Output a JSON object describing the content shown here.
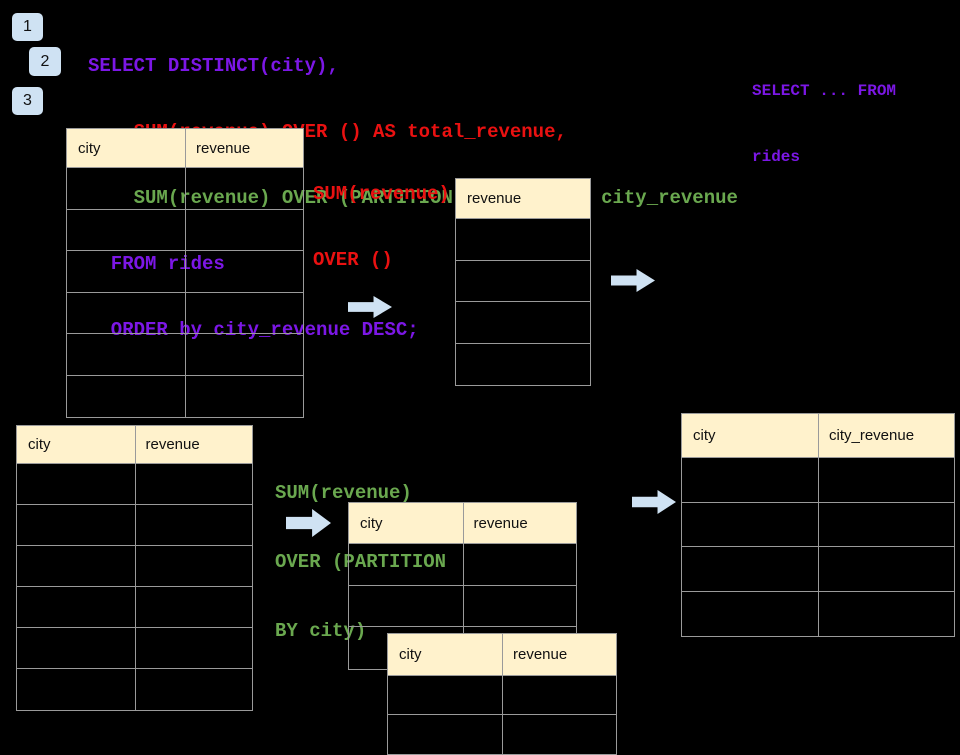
{
  "colors": {
    "bg": "#000000",
    "purple": "#7c17e6",
    "red": "#ea1111",
    "green": "#6aa84f",
    "cream": "#fff2cc",
    "blue": "#cfe2f3",
    "border": "#9a9a9a"
  },
  "badges": [
    {
      "label": "1"
    },
    {
      "label": "2"
    },
    {
      "label": "3"
    }
  ],
  "sql": {
    "lines": [
      {
        "text": "SELECT DISTINCT(city),",
        "color": "purple"
      },
      {
        "text": "    SUM(revenue) OVER () AS total_revenue,",
        "color": "red"
      },
      {
        "text": "    SUM(revenue) OVER (PARTITION BY city) as city_revenue",
        "color": "green"
      },
      {
        "text": "  FROM rides",
        "color": "purple"
      },
      {
        "text": "  ORDER by city_revenue DESC;",
        "color": "purple"
      }
    ]
  },
  "side_snippet": {
    "lines": [
      {
        "text": "SELECT ... FROM",
        "color": "purple"
      },
      {
        "text": "rides",
        "color": "purple"
      }
    ]
  },
  "annotations": {
    "total": {
      "color": "red",
      "lines": [
        "SUM(revenue)",
        "OVER ()"
      ]
    },
    "partition": {
      "color": "green",
      "lines": [
        "SUM(revenue)",
        "OVER (PARTITION",
        "BY city)"
      ]
    }
  },
  "tables": {
    "source_top": {
      "headers": [
        "city",
        "revenue"
      ],
      "row_count": 6
    },
    "total_result": {
      "headers": [
        "revenue"
      ],
      "row_count": 4
    },
    "source_bottom": {
      "headers": [
        "city",
        "revenue"
      ],
      "row_count": 6
    },
    "partition_a": {
      "headers": [
        "city",
        "revenue"
      ],
      "row_count": 3
    },
    "partition_b": {
      "headers": [
        "city",
        "revenue"
      ],
      "row_count": 2
    },
    "partition_result": {
      "headers": [
        "city",
        "city_revenue"
      ],
      "row_count": 4
    }
  }
}
